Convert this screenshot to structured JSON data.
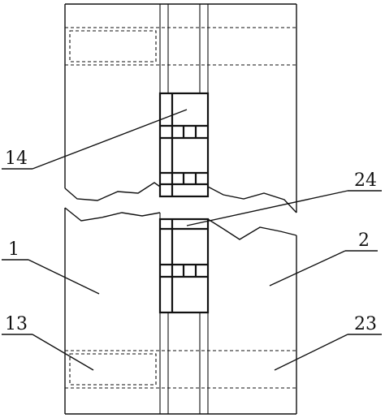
{
  "labels": {
    "part_14": "14",
    "part_24": "24",
    "part_1": "1",
    "part_2": "2",
    "part_13": "13",
    "part_23": "23"
  }
}
